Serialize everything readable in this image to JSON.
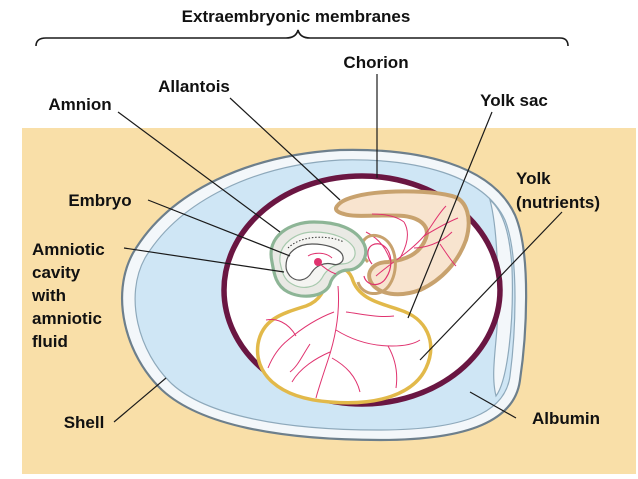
{
  "title": "Extraembryonic membranes",
  "labels": {
    "chorion": "Chorion",
    "allantois": "Allantois",
    "amnion": "Amnion",
    "yolk_sac": "Yolk sac",
    "embryo": "Embryo",
    "yolk_line1": "Yolk",
    "yolk_line2": "(nutrients)",
    "amniotic_line1": "Amniotic",
    "amniotic_line2": "cavity",
    "amniotic_line3": "with",
    "amniotic_line4": "amniotic",
    "amniotic_line5": "fluid",
    "shell": "Shell",
    "albumin": "Albumin"
  },
  "colors": {
    "background": "#f9dfa8",
    "albumin": "#cfe6f5",
    "shell_outline": "#6d7f8c",
    "chorion": "#6a1642",
    "allantois": "#c8a26e",
    "yolk_sac": "#e2b94a",
    "amnion": "#8db596",
    "blood_vessels": "#e0336f"
  }
}
